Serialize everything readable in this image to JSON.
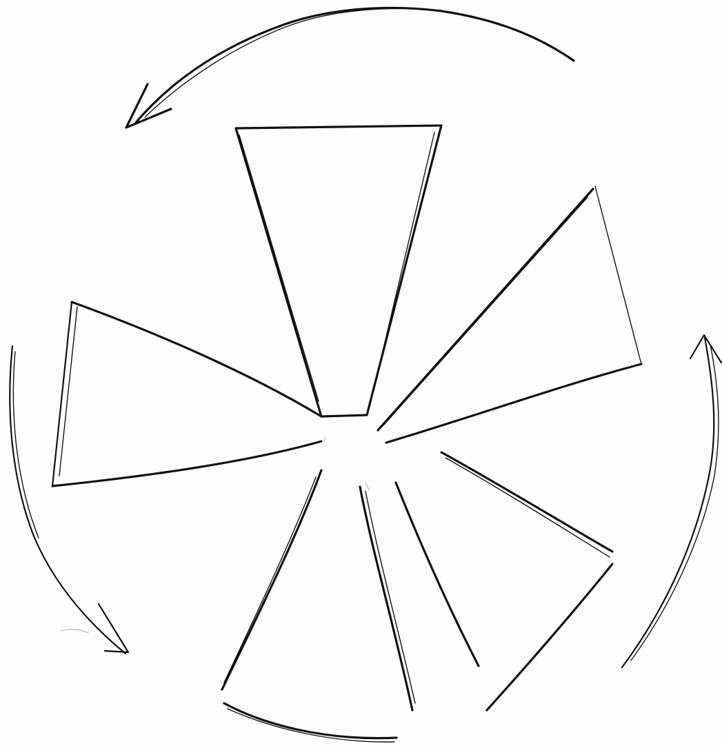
{
  "drawing": {
    "ink_color": "#111111",
    "faint_ink_color": "#555555",
    "paper_color": "#fefefe",
    "blades": [
      {
        "name": "top-blade"
      },
      {
        "name": "upper-right-blade"
      },
      {
        "name": "left-blade"
      },
      {
        "name": "lower-left-blade"
      },
      {
        "name": "lower-middle-blade"
      },
      {
        "name": "lower-right-blade"
      }
    ],
    "arrows": [
      {
        "name": "top-counterclockwise-arrow"
      },
      {
        "name": "left-downward-arrow"
      },
      {
        "name": "right-upward-arrow"
      }
    ]
  }
}
